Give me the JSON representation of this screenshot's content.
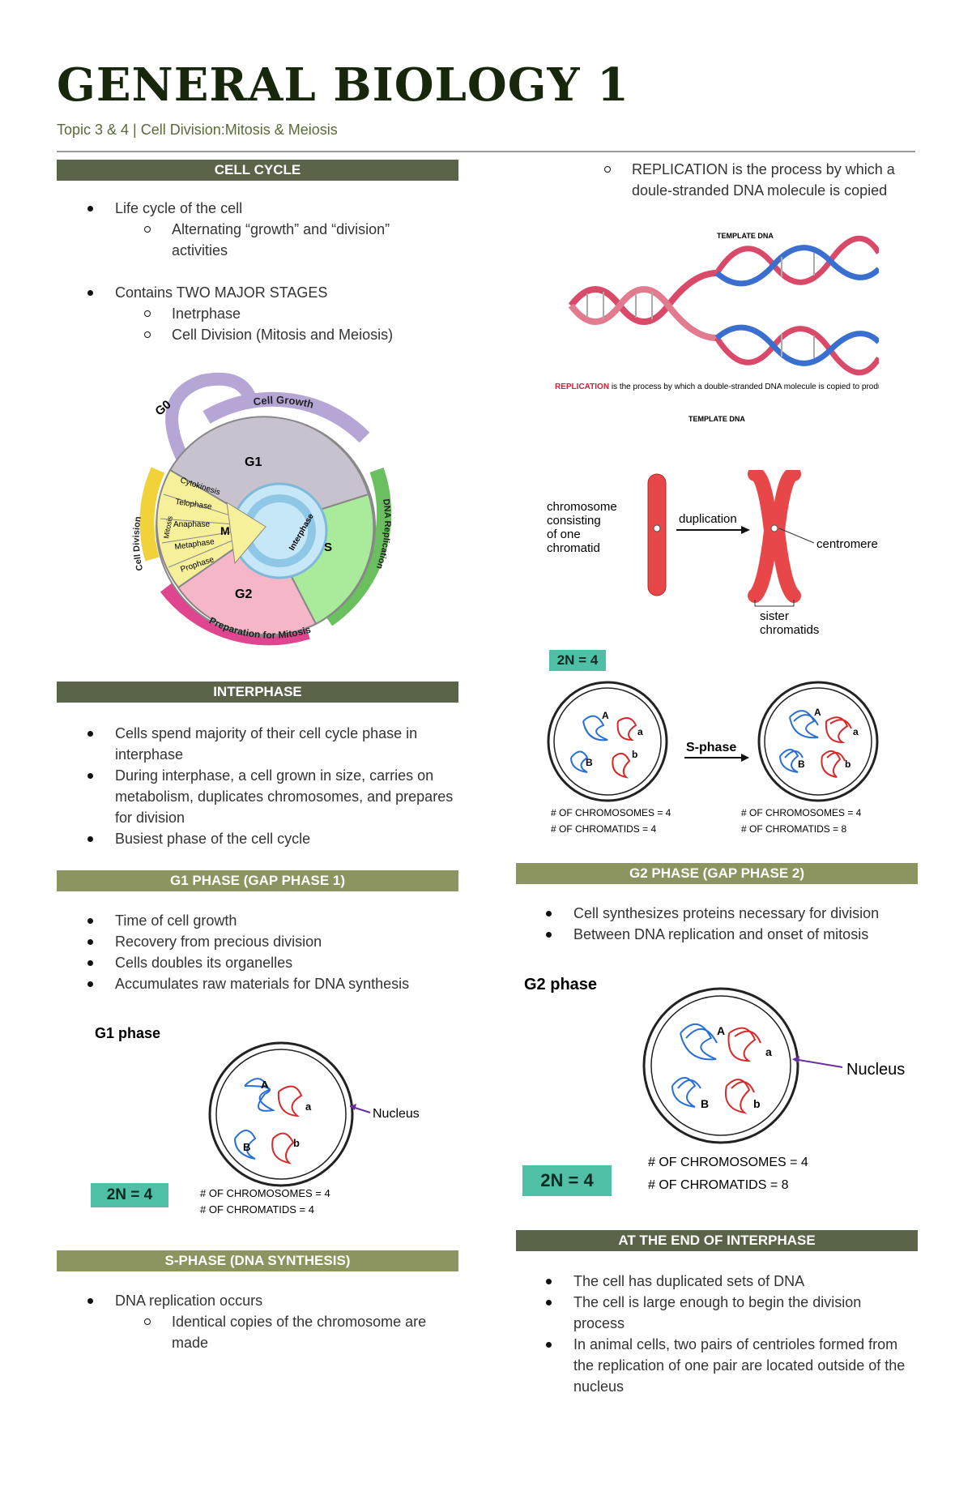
{
  "doc": {
    "title": "GENERAL BIOLOGY 1",
    "subtitle": "Topic 3 & 4 | Cell Division:Mitosis & Meiosis"
  },
  "sections": {
    "cell_cycle": {
      "header": "CELL CYCLE",
      "b1": "Life cycle of the cell",
      "b1_sub": "Alternating “growth” and “division” activities",
      "b2": "Contains TWO MAJOR STAGES",
      "b2_sub1": "Inetrphase",
      "b2_sub2": "Cell Division (Mitosis and Meiosis)"
    },
    "interphase": {
      "header": "INTERPHASE",
      "b1": "Cells spend majority of their cell cycle phase in interphase",
      "b2": "During interphase, a cell grown in size, carries on metabolism, duplicates chromosomes, and prepares for division",
      "b3": "Busiest phase of the cell cycle"
    },
    "g1": {
      "header": "G1 PHASE (GAP PHASE 1)",
      "b1": "Time of cell growth",
      "b2": "Recovery from precious division",
      "b3": "Cells doubles its organelles",
      "b4": "Accumulates raw materials for DNA synthesis"
    },
    "s_phase": {
      "header": "S-PHASE (DNA SYNTHESIS)",
      "b1": "DNA replication occurs",
      "b1_sub": "Identical copies of the chromosome are made"
    },
    "replication": {
      "text": "REPLICATION is the process by which a doule-stranded DNA molecule is copied"
    },
    "g2": {
      "header": "G2 PHASE (GAP PHASE 2)",
      "b1": "Cell synthesizes proteins necessary for division",
      "b2": "Between DNA replication and onset of mitosis"
    },
    "end_interphase": {
      "header": "AT THE END OF INTERPHASE",
      "b1": "The cell has duplicated sets of DNA",
      "b2": "The cell is large enough to begin the division process",
      "b3": "In animal cells, two pairs of centrioles formed from the replication of one pair are located outside of the nucleus"
    }
  },
  "figures": {
    "cycle": {
      "g0": "G0",
      "cell_growth": "Cell Growth",
      "g1": "G1",
      "s": "S",
      "g2": "G2",
      "m": "M",
      "dna_replication": "DNA Replication",
      "prep_mitosis": "Preparation for Mitosis",
      "cell_division": "Cell Division",
      "mitosis": "Mitosis",
      "interphase": "Interphase",
      "cytokinesis": "Cytokinesis",
      "telophase": "Telophase",
      "anaphase": "Anaphase",
      "metaphase": "Metaphase",
      "prophase": "Prophase"
    },
    "dna": {
      "template_top": "TEMPLATE DNA",
      "template_bottom": "TEMPLATE DNA",
      "caption_key": "REPLICATION",
      "caption_rest": "is the process by which a double-stranded DNA molecule is copied to produce two identical DNA molecules."
    },
    "chromosome": {
      "left1": "chromosome",
      "left2": "consisting",
      "left3": "of one",
      "left4": "chromatid",
      "duplication": "duplication",
      "centromere": "centromere",
      "sister1": "sister",
      "sister2": "chromatids"
    },
    "sphase": {
      "badge": "2N = 4",
      "arrow": "S-phase",
      "left_chrom": "# OF CHROMOSOMES = 4",
      "left_chromatid": "# OF CHROMATIDS = 4",
      "right_chrom": "# OF CHROMOSOMES = 4",
      "right_chromatid": "# OF CHROMATIDS = 8",
      "A": "A",
      "a": "a",
      "B": "B",
      "b": "b"
    },
    "g1": {
      "title": "G1 phase",
      "nucleus": "Nucleus",
      "badge": "2N = 4",
      "chrom": "# OF CHROMOSOMES = 4",
      "chromatid": "# OF CHROMATIDS = 4",
      "A": "A",
      "a": "a",
      "B": "B",
      "b": "b"
    },
    "g2": {
      "title": "G2 phase",
      "nucleus": "Nucleus",
      "badge": "2N = 4",
      "chrom": "# OF CHROMOSOMES = 4",
      "chromatid": "# OF CHROMATIDS = 8",
      "A": "A",
      "a": "a",
      "B": "B",
      "b": "b"
    }
  },
  "colors": {
    "header_dark": "#5a6448",
    "header_olive": "#8c9460",
    "badge": "#4fc0a6",
    "title": "#17270c"
  }
}
